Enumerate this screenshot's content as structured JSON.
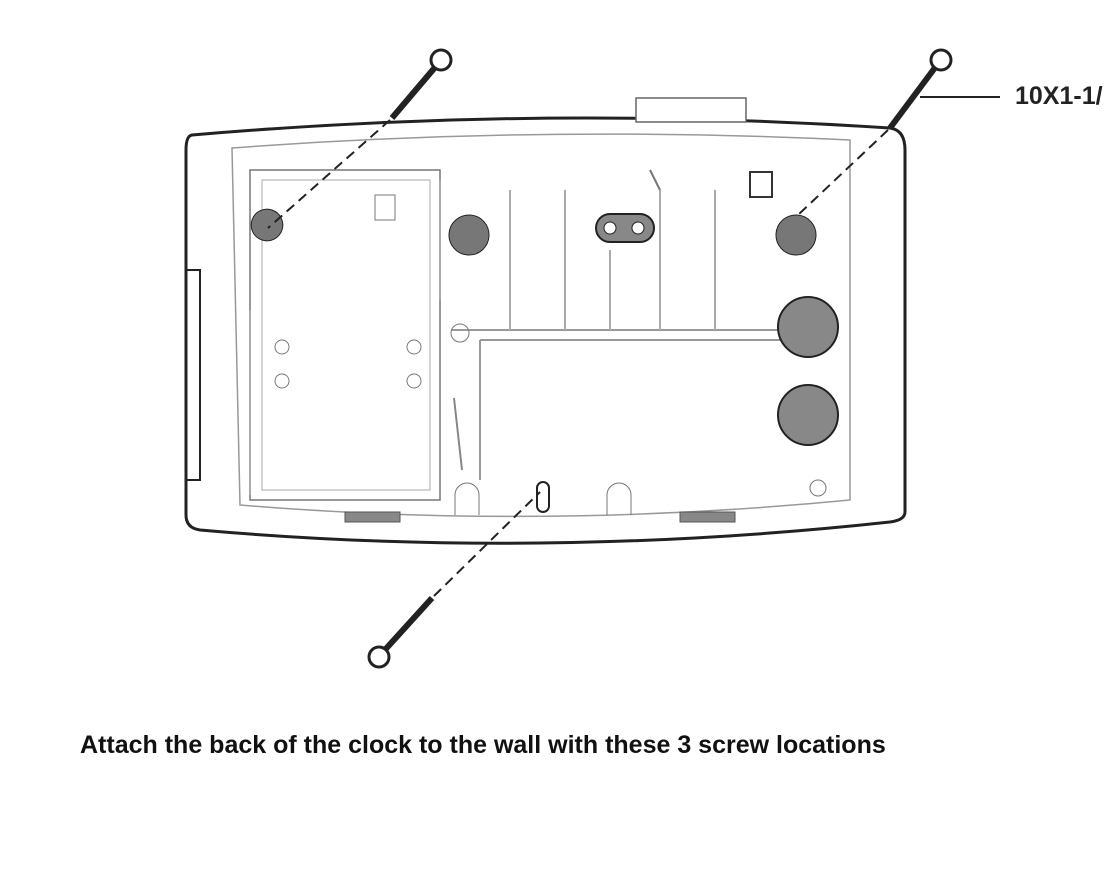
{
  "diagram": {
    "screw_label": "10X1-1/",
    "caption": "Attach the back of the clock to the wall with these 3 screw locations",
    "screw_count": 3
  }
}
